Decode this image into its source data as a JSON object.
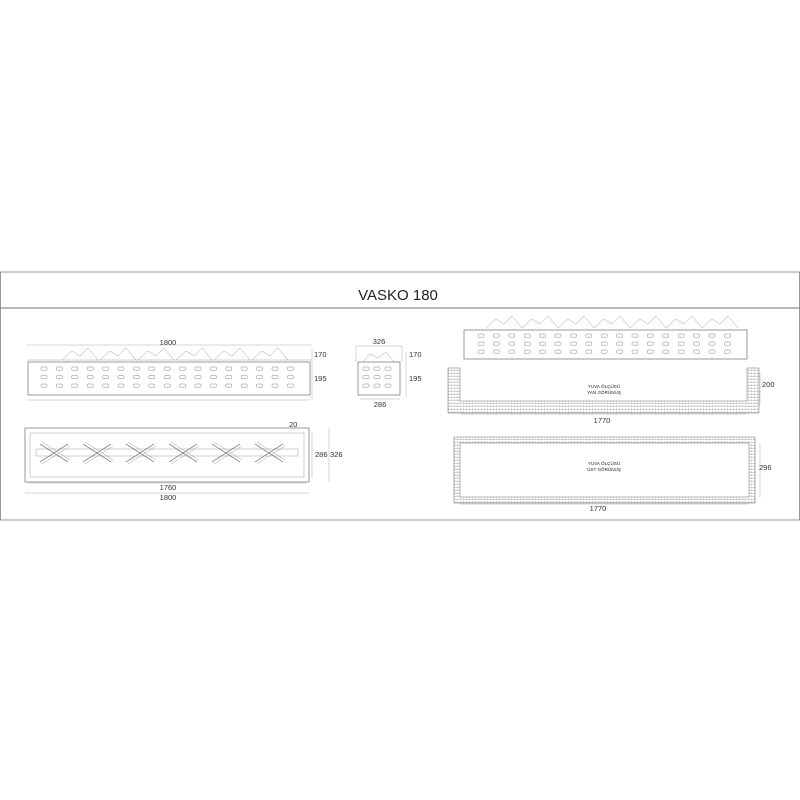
{
  "title": "VASKO 180",
  "front_view": {
    "length": "1800",
    "height_top": "170",
    "height_body": "195"
  },
  "side_view": {
    "width_top": "326",
    "height_top": "170",
    "height_body": "195",
    "width_bottom": "286"
  },
  "top_view": {
    "inner_length": "1760",
    "outer_length": "1800",
    "offset": "20",
    "inner_width": "286",
    "outer_width": "326"
  },
  "niche_side": {
    "label_line1": "YUVA ÖLÇÜSÜ",
    "label_line2": "YAN GÖRÜNÜŞ",
    "depth": "200",
    "length": "1770"
  },
  "niche_top": {
    "label_line1": "YUVA ÖLÇÜSÜ",
    "label_line2": "ÜST GÖRÜNÜŞ",
    "width": "296",
    "length": "1770"
  }
}
